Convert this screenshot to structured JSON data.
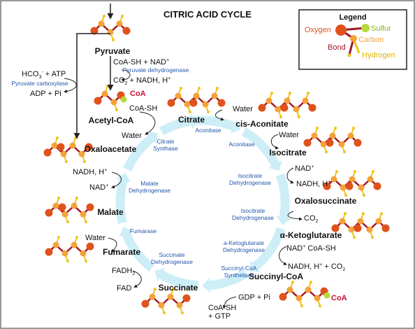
{
  "title": "CITRIC ACID CYCLE",
  "legend": {
    "heading": "Legend",
    "oxygen": "Oxygen",
    "sulfur": "Sulfur",
    "carbon": "Carbon",
    "bond": "Bond",
    "hydrogen": "Hydrogen"
  },
  "colors": {
    "oxygen": "#e0521b",
    "carbon": "#f4a23a",
    "sulfur": "#b6d83a",
    "hydrogen": "#f0c419",
    "bond": "#a01626",
    "coa": "#c8102e",
    "enzyme": "#2255aa",
    "cycle_arrow": "#cdeef7"
  },
  "metabolites": {
    "pyruvate": "Pyruvate",
    "acetyl_coa": "Acetyl-CoA",
    "citrate": "Citrate",
    "cis_aconitate": "cis-Aconitate",
    "isocitrate": "Isocitrate",
    "oxalosuccinate": "Oxalosuccinate",
    "a_ketoglutarate": "α-Ketoglutarate",
    "succinyl_coa": "Succinyl-CoA",
    "succinate": "Succinate",
    "fumarate": "Fumarate",
    "malate": "Malate",
    "oxaloacetate": "Oxaloacetate"
  },
  "coa_labels": {
    "acetyl": "CoA",
    "succinyl": "CoA"
  },
  "enzymes": {
    "pyruvate_dehydrogenase": "Pyruvate dehydrogenase",
    "pyruvate_carboxylase": "Pyruvate carboxylase",
    "citrate_synthase_1": "Citrate",
    "citrate_synthase_2": "Synthase",
    "aconitase_1": "Aconitase",
    "aconitase_2": "Aconitase",
    "isocitrate_dh_1a": "Isocitrate",
    "isocitrate_dh_1b": "Dehydrogenase",
    "isocitrate_dh_2a": "Isocitrate",
    "isocitrate_dh_2b": "Dehydrogenase",
    "akg_dh_a": "a-Ketoglutarate",
    "akg_dh_b": "Dehydrogenase",
    "succinyl_coa_synthetase_a": "Succinyl-CoA",
    "succinyl_coa_synthetase_b": "Synthetase",
    "succinate_dh_a": "Succinate",
    "succinate_dh_b": "Dehydrogenase",
    "fumarase": "Fumarase",
    "malate_dh_a": "Malate",
    "malate_dh_b": "Dehydrogenase"
  },
  "cofactors": {
    "pdh_in": "CoA-SH + NAD",
    "pdh_in_sup": "+",
    "pdh_out_a": "CO",
    "pdh_out_sub": "2",
    "pdh_out_b": " + NADH, H",
    "pdh_out_sup": "+",
    "pc_in_a": "HCO",
    "pc_in_sub": "3",
    "pc_in_sup": "-",
    "pc_in_b": " + ATP",
    "pc_out": "ADP + Pi",
    "cs_coash": "CoA-SH",
    "cs_water": "Water",
    "aco1_water": "Water",
    "aco2_water": "Water",
    "idh1_nad": "NAD",
    "idh1_nad_sup": "+",
    "idh1_nadh": "NADH, H",
    "idh1_nadh_sup": "+",
    "idh2_co2": "CO",
    "idh2_co2_sub": "2",
    "akg_in": "NAD",
    "akg_in_sup": "+",
    "akg_in_b": " CoA-SH",
    "akg_out": "NADH, H",
    "akg_out_sup": "+",
    "akg_out_b": " + CO",
    "akg_out_sub": "2",
    "scs_in": "GDP + Pi",
    "scs_out_a": "CoA-SH",
    "scs_out_b": "+ GTP",
    "sdh_fadh": "FADH",
    "sdh_fadh_sub": "2",
    "sdh_fad": "FAD",
    "fum_water": "Water",
    "mdh_nadh": "NADH, H",
    "mdh_nadh_sup": "+",
    "mdh_nad": "NAD",
    "mdh_nad_sup": "+"
  }
}
